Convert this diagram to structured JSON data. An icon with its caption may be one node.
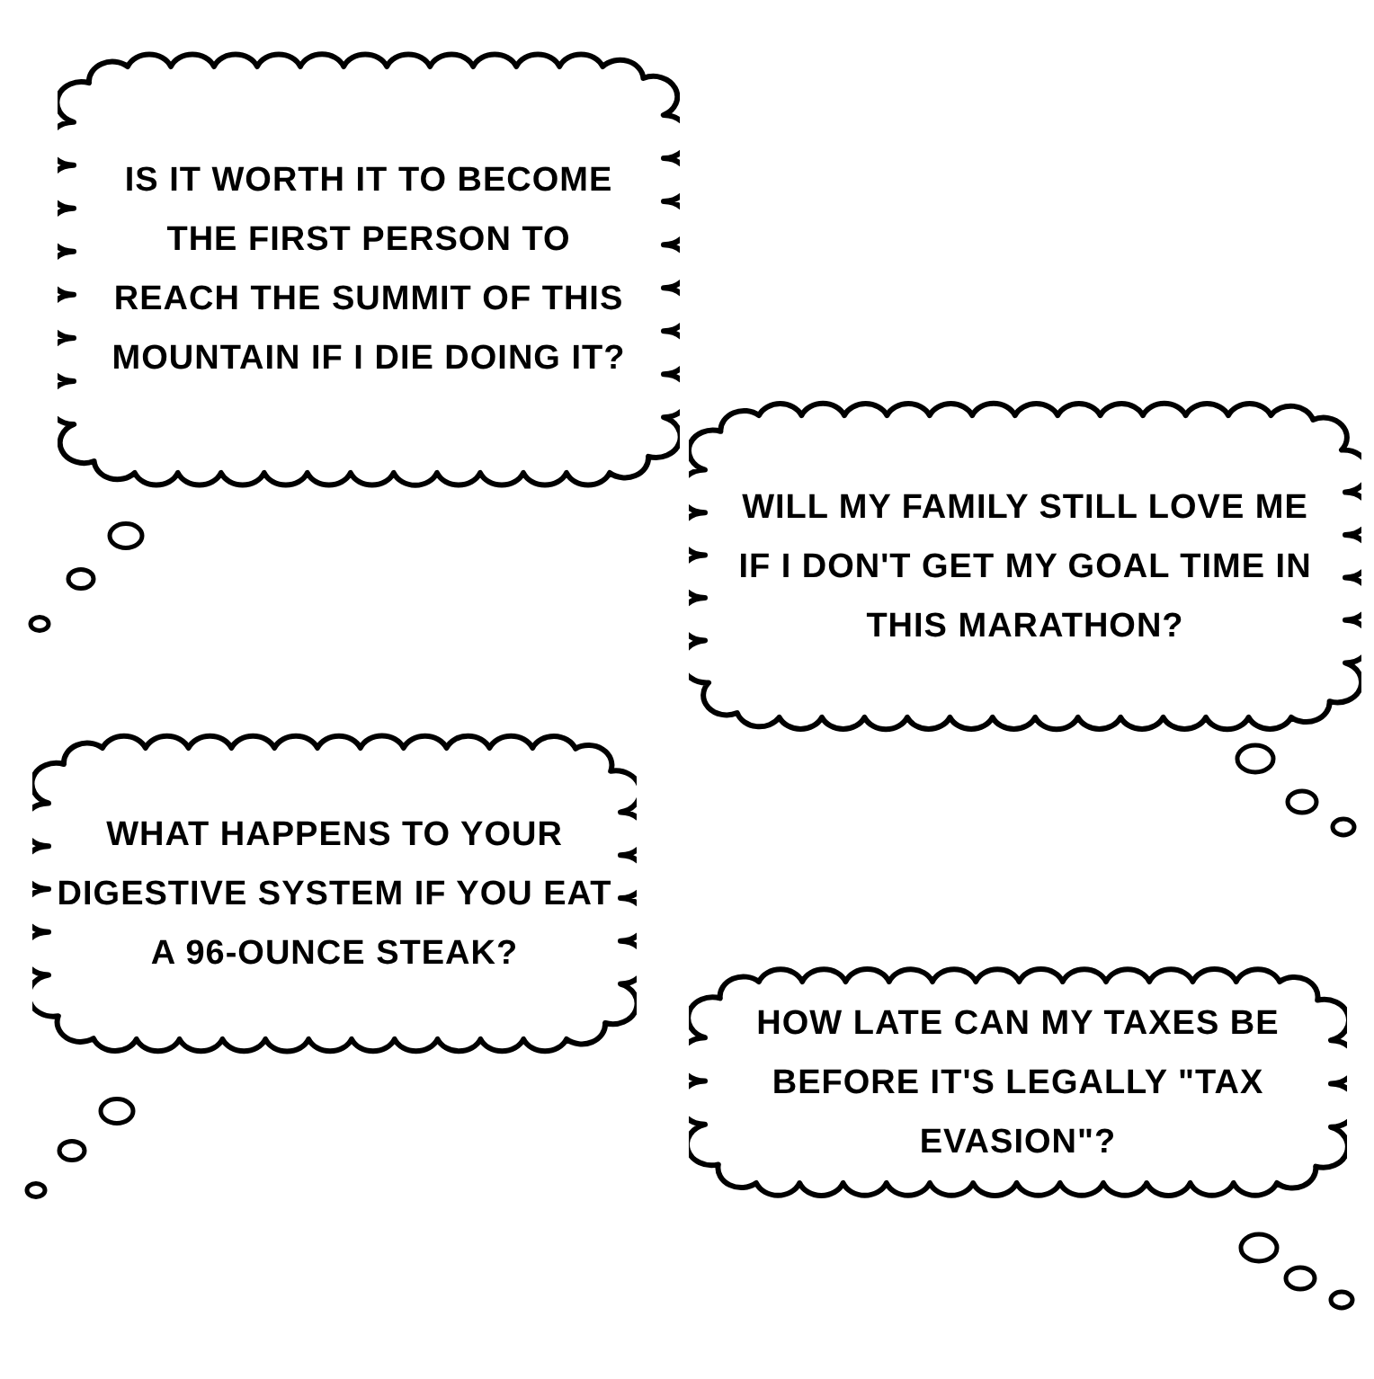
{
  "diagram": {
    "nodes": [
      {
        "text": [
          "IS IT WORTH IT TO BECOME THE FIRST PERSON TO REACH THE SUMMIT OF THIS MOUNTAIN IF I DIE DOING IT?"
        ]
      },
      {
        "text": [
          "WILL MY FAMILY STILL LOVE ME IF I DON'T GET MY GOAL TIME IN THIS MARATHON?"
        ]
      },
      {
        "text": [
          "WHAT HAPPENS TO YOUR DIGESTIVE SYSTEM IF YOU EAT A 96-OUNCE STEAK?"
        ]
      },
      {
        "text": [
          "HOW LATE CAN MY TAXES BE BEFORE IT'S LEGALLY \"TAX EVASION\"?"
        ]
      }
    ]
  }
}
